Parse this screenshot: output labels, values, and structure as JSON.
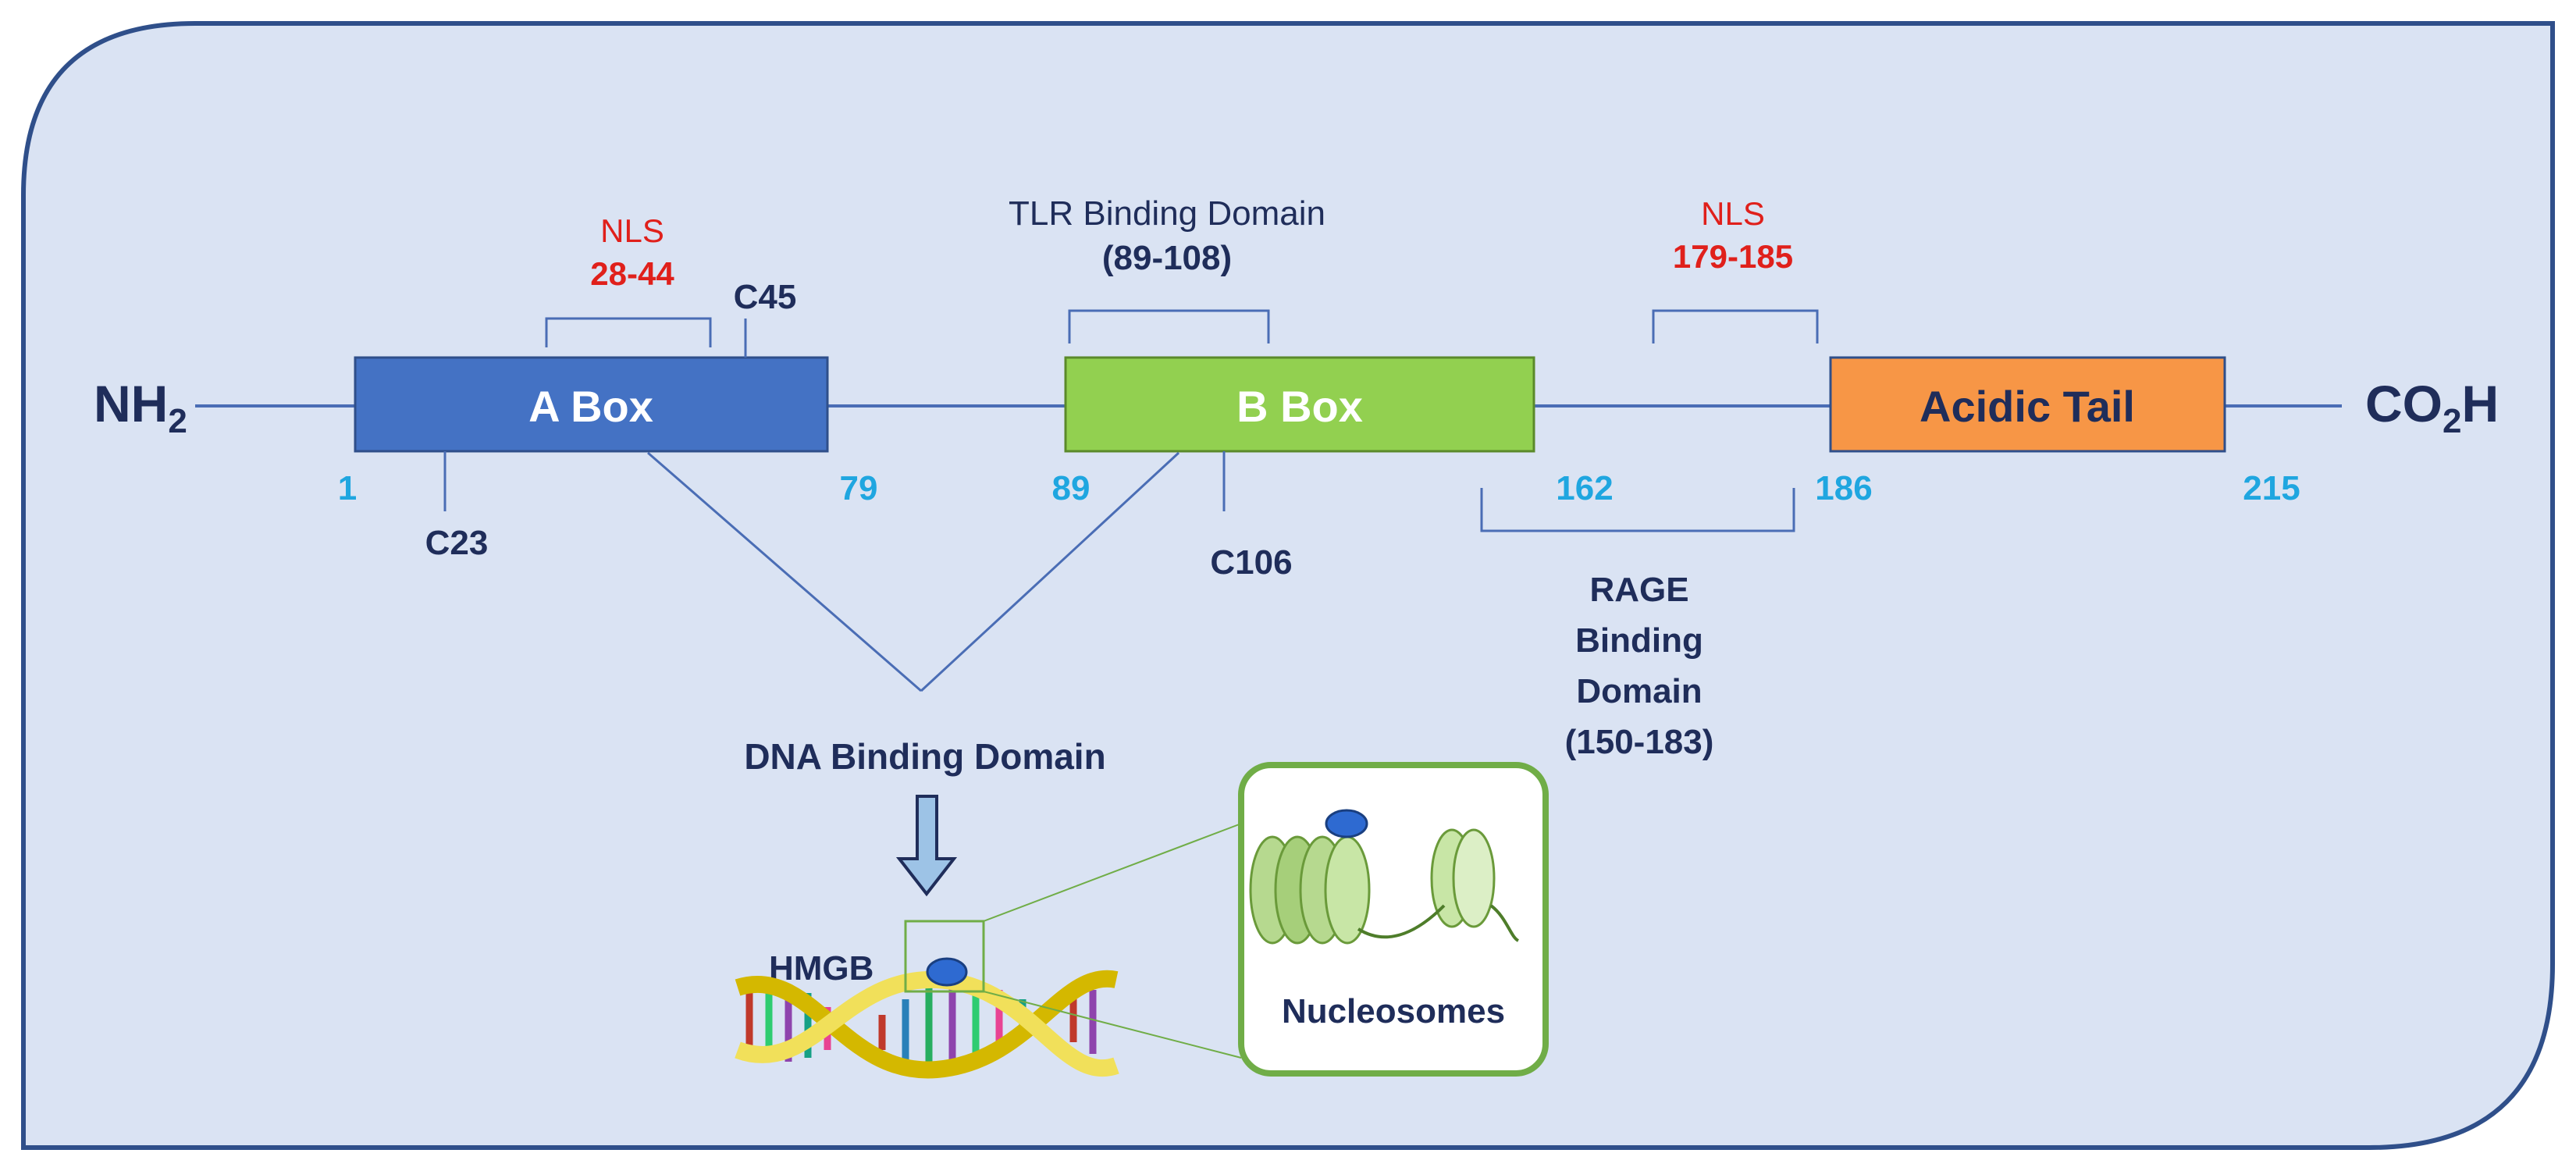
{
  "protein": {
    "n_terminus": {
      "main": "NH",
      "sub": "2"
    },
    "c_terminus": {
      "pre": "CO",
      "sub": "2",
      "post": "H"
    }
  },
  "domains": {
    "a_box": {
      "label": "A Box",
      "start": "1",
      "end": "79",
      "color": "#4472c4"
    },
    "b_box": {
      "label": "B Box",
      "start": "89",
      "end": "162",
      "color": "#92d050"
    },
    "acidic_tail": {
      "label": "Acidic Tail",
      "start": "186",
      "end": "215",
      "color": "#f79646"
    }
  },
  "cysteines": {
    "c23": "C23",
    "c45": "C45",
    "c106": "C106"
  },
  "nls": {
    "first": {
      "title": "NLS",
      "range": "28-44"
    },
    "second": {
      "title": "NLS",
      "range": "179-185"
    }
  },
  "tlr_binding": {
    "title": "TLR Binding Domain",
    "range": "(89-108)"
  },
  "rage_binding": {
    "line1": "RAGE",
    "line2": "Binding",
    "line3": "Domain",
    "line4": "(150-183)"
  },
  "dna_binding": {
    "label": "DNA Binding Domain"
  },
  "illustration": {
    "hmgb_label": "HMGB",
    "nucleosomes_label": "Nucleosomes"
  },
  "colors": {
    "panel_bg": "#dae3f3",
    "panel_border": "#2f4f8a",
    "navy_text": "#1f2d5a",
    "red_text": "#e0201b",
    "cyan_numbers": "#1fa6e0",
    "backbone_line": "#4a6db5"
  }
}
